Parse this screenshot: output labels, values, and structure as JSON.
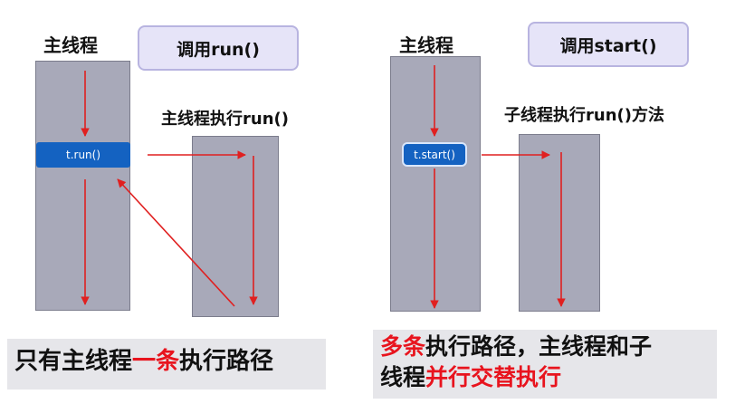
{
  "left": {
    "main_thread_label": "主线程",
    "call_button": "调用run()",
    "exec_label": "主线程执行run()",
    "tag": "t.run()",
    "note": {
      "part1": "只有主线程",
      "highlight": "一条",
      "part2": "执行路径"
    }
  },
  "right": {
    "main_thread_label": "主线程",
    "call_button": "调用start()",
    "exec_label": "子线程执行run()方法",
    "tag": "t.start()",
    "note": {
      "highlight1": "多条",
      "part1": "执行路径，主线程和子",
      "part2": "线程",
      "highlight2": "并行交替执行"
    }
  },
  "colors": {
    "column": "#a8a9b9",
    "tag": "#1462c1",
    "arrow": "#e02020",
    "highlight": "#e8141e"
  }
}
